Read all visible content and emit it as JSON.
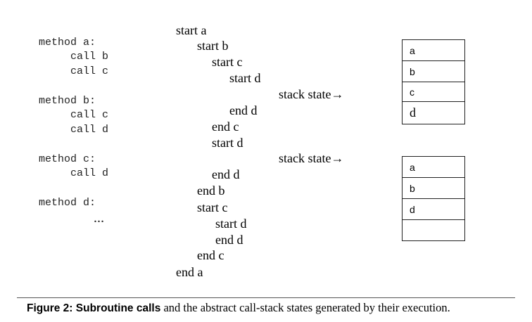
{
  "code": {
    "method_a": "method a:",
    "method_a_calls": [
      "call b",
      "call c"
    ],
    "method_b": "method b:",
    "method_b_calls": [
      "call c",
      "call d"
    ],
    "method_c": "method c:",
    "method_c_calls": [
      "call d"
    ],
    "method_d": "method d:",
    "method_d_body": "…"
  },
  "trace": [
    "start a",
    "start b",
    "start c",
    "start d",
    "end d",
    "end c",
    "start d",
    "end d",
    "end b",
    "start c",
    "start d",
    "end d",
    "end c",
    "end a"
  ],
  "stack_label": "stack state→",
  "stack1": [
    "a",
    "b",
    "c",
    "d"
  ],
  "stack2": [
    "a",
    "b",
    "d",
    ""
  ],
  "caption": {
    "bold": "Figure 2: Subroutine calls",
    "rest": " and the abstract call-stack states generated by their execution."
  }
}
